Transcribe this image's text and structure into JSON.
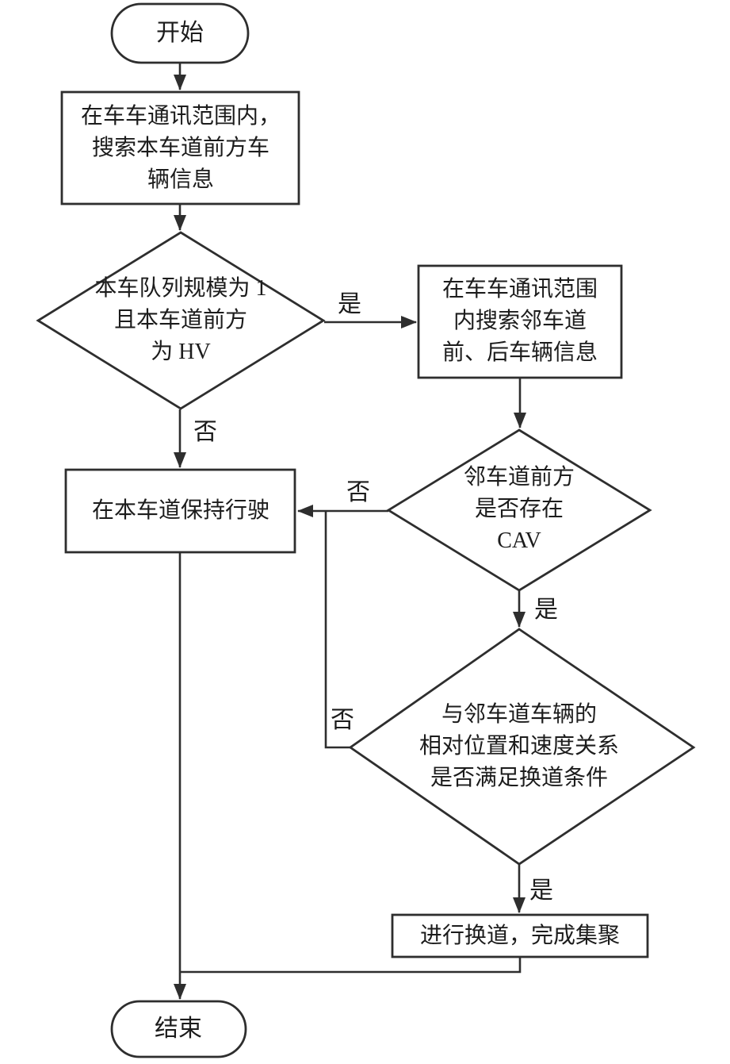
{
  "nodes": {
    "start": {
      "label": "开始",
      "type": "terminal"
    },
    "search_current_lane": {
      "label": "在车车通讯范围内，\n搜索本车道前方车\n辆信息",
      "type": "process"
    },
    "platoon_decision": {
      "label": "本车队列规模为 1\n且本车道前方\n为 HV",
      "type": "decision"
    },
    "search_adjacent_lane": {
      "label": "在车车通讯范围\n内搜索邻车道\n前、后车辆信息",
      "type": "process"
    },
    "keep_lane": {
      "label": "在本车道保持行驶",
      "type": "process"
    },
    "cav_decision": {
      "label": "邻车道前方\n是否存在\nCAV",
      "type": "decision"
    },
    "condition_decision": {
      "label": "与邻车道车辆的\n相对位置和速度关系\n是否满足换道条件",
      "type": "decision"
    },
    "perform_lane_change": {
      "label": "进行换道，完成集聚",
      "type": "process"
    },
    "end": {
      "label": "结束",
      "type": "terminal"
    }
  },
  "edge_labels": {
    "platoon_yes": "是",
    "platoon_no": "否",
    "cav_no": "否",
    "cav_yes": "是",
    "condition_no": "否",
    "condition_yes": "是"
  },
  "colors": {
    "stroke": "#2e2e2e",
    "text": "#1c1c1c",
    "background": "#ffffff"
  }
}
